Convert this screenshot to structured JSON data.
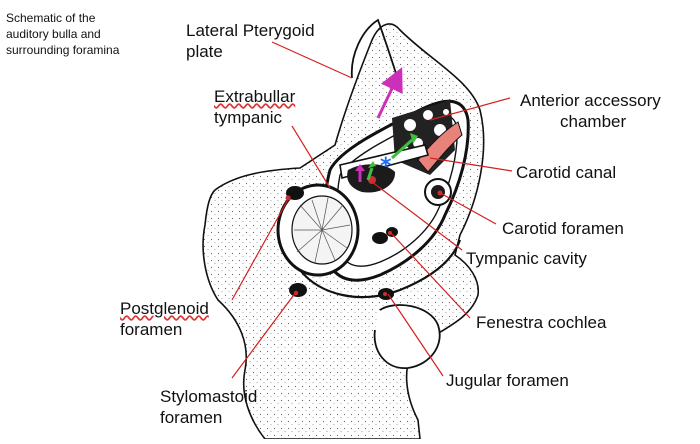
{
  "caption_lines": [
    "Schematic of the",
    "auditory bulla and",
    "surrounding foramina"
  ],
  "labels": {
    "lateral_pterygoid_line1": "Lateral Pterygoid",
    "lateral_pterygoid_line2": "plate",
    "extrabullar_line1": "Extrabullar",
    "extrabullar_line2": "tympanic",
    "anterior_accessory_line1": "Anterior accessory",
    "anterior_accessory_line2": "chamber",
    "carotid_canal": "Carotid canal",
    "carotid_foramen": "Carotid foramen",
    "tympanic_cavity": "Tympanic cavity",
    "postglenoid_line1": "Postglenoid",
    "postglenoid_line2": "foramen",
    "fenestra_cochlea": "Fenestra cochlea",
    "jugular_foramen": "Jugular foramen",
    "stylomastoid_line1": "Stylomastoid",
    "stylomastoid_line2": "foramen"
  },
  "marker_symbol": "*",
  "colors": {
    "leader_line": "#d42020",
    "outline": "#111111",
    "arrow_magenta": "#cc2fb8",
    "arrow_green": "#3fbf3f",
    "marker_blue": "#1a6cff",
    "carotid_fill": "#e7837b",
    "stipple": "#555555"
  }
}
